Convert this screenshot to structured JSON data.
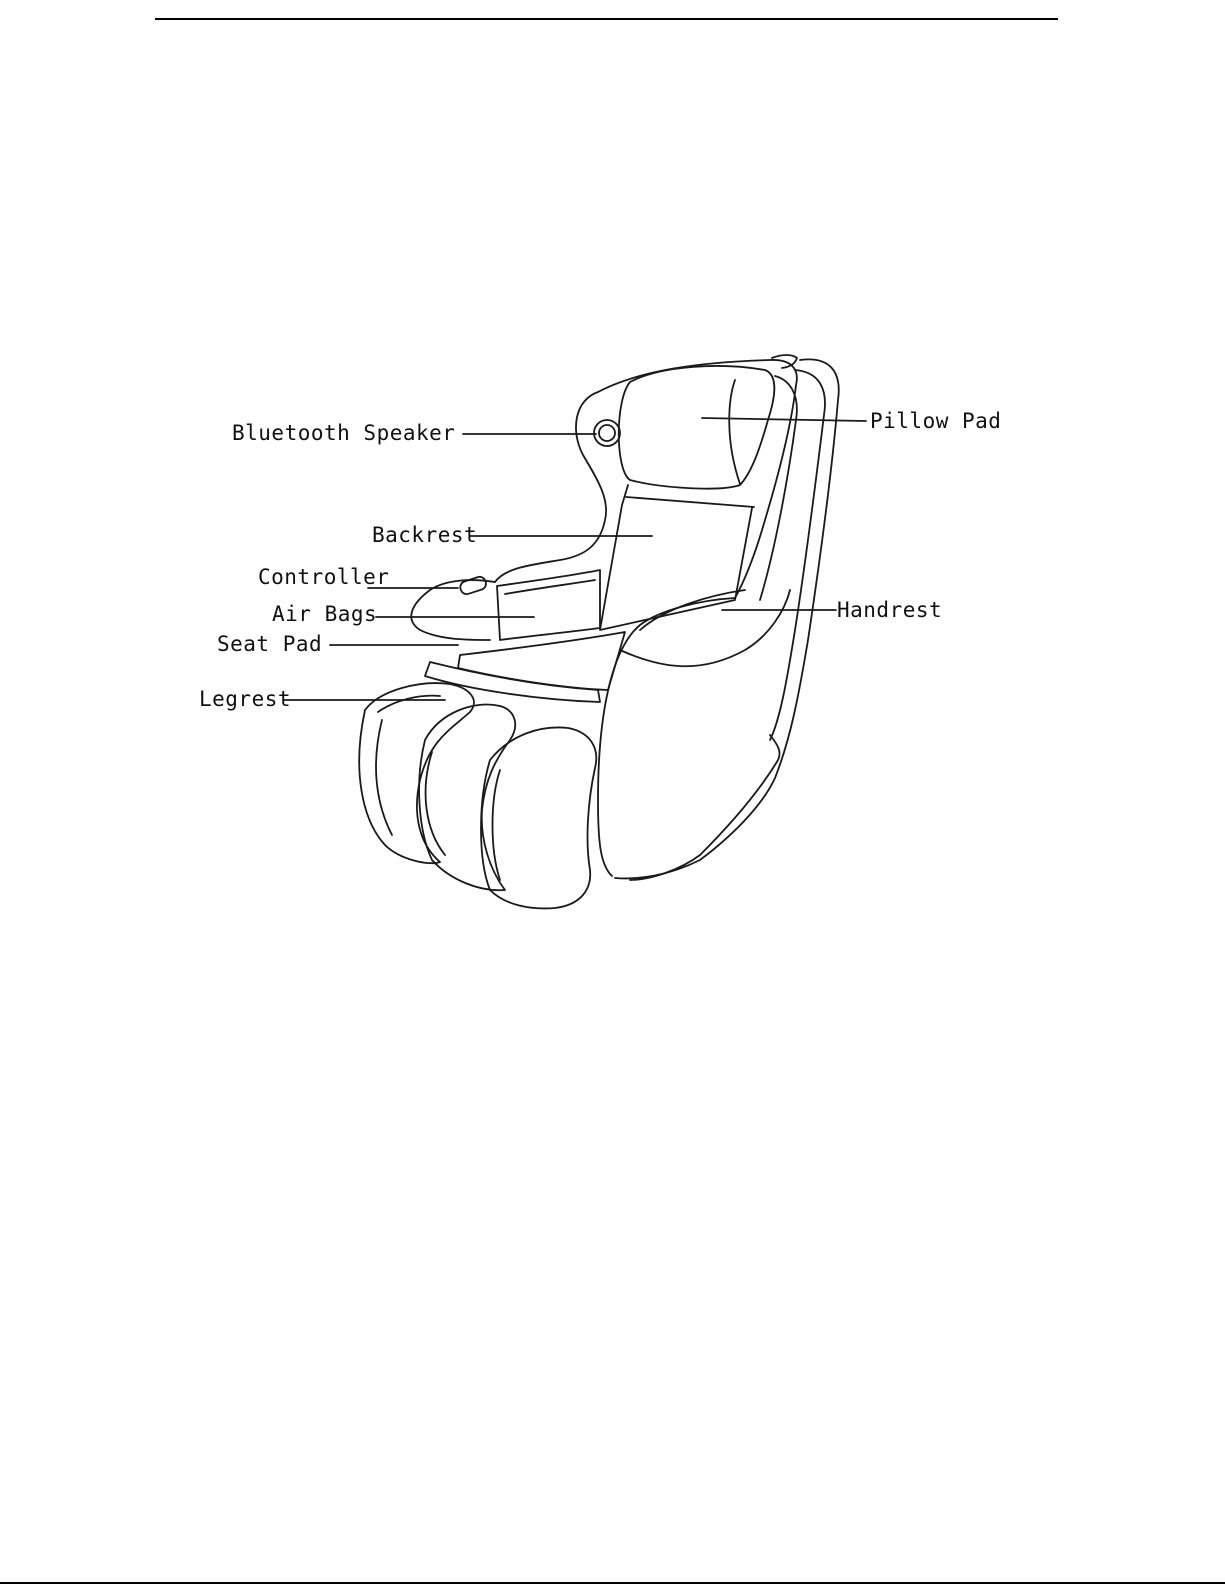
{
  "diagram": {
    "labels": {
      "bluetooth_speaker": "Bluetooth Speaker",
      "pillow_pad": "Pillow Pad",
      "backrest": "Backrest",
      "controller": "Controller",
      "air_bags": "Air Bags",
      "seat_pad": "Seat Pad",
      "legrest": "Legrest",
      "handrest": "Handrest"
    }
  }
}
